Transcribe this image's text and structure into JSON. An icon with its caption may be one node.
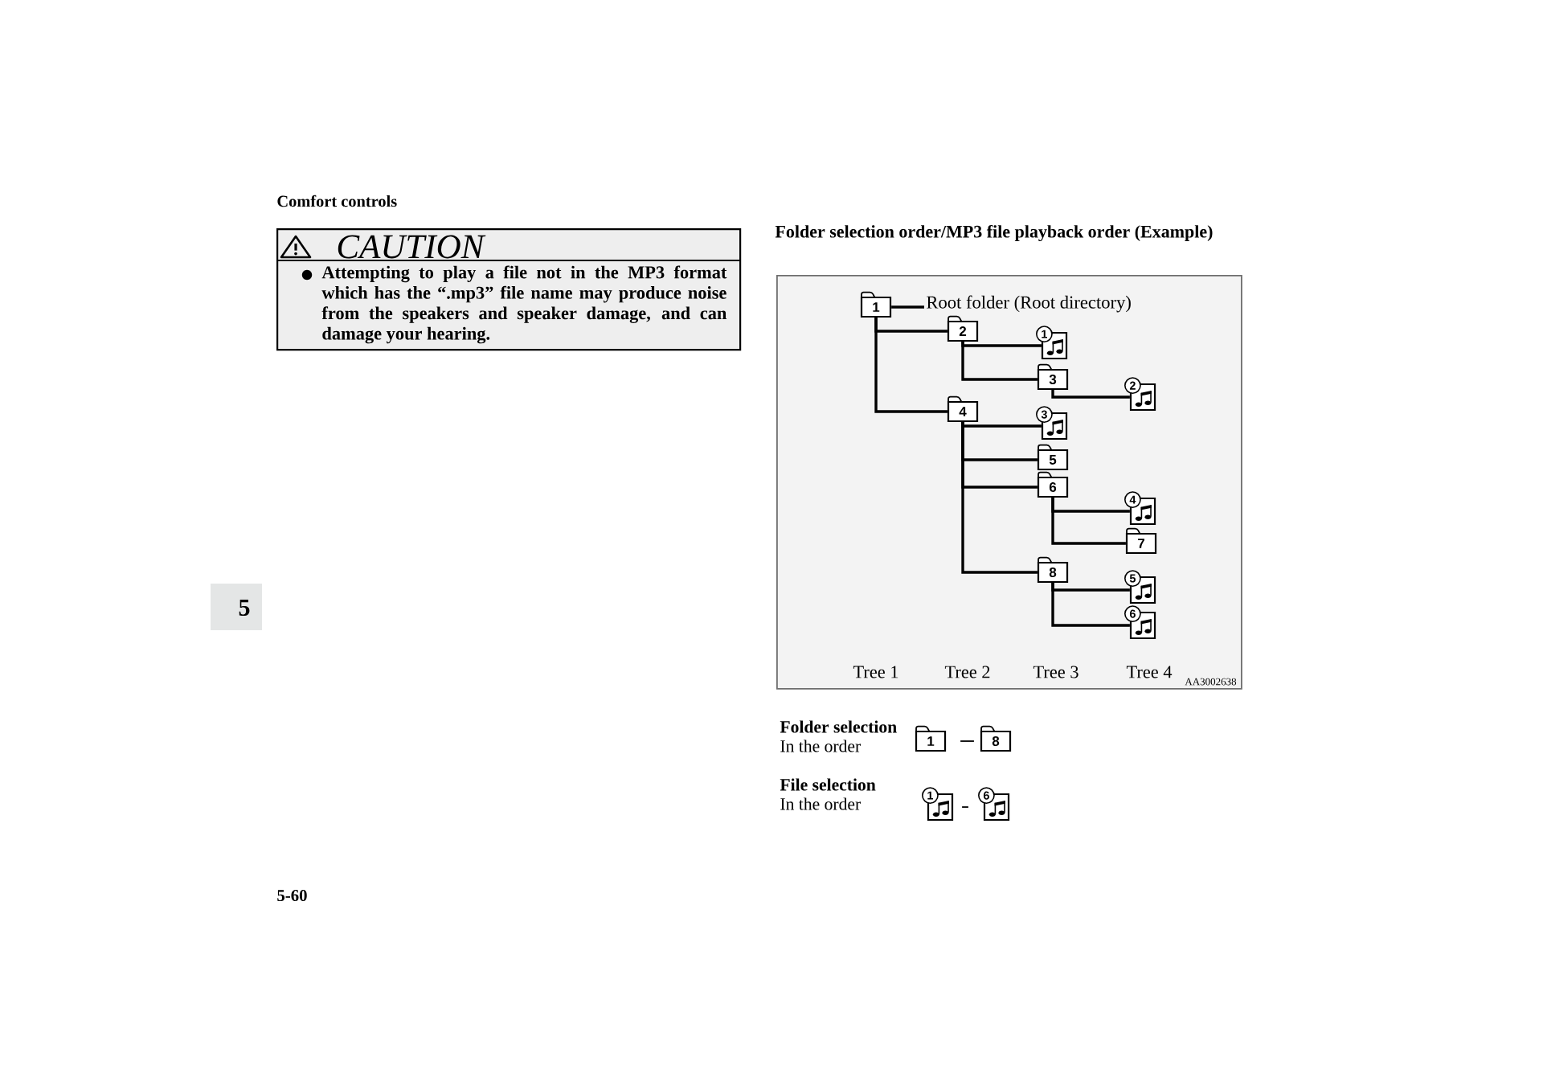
{
  "diagram": {
    "title": "Folder selection order/MP3 file playback order (Example)",
    "nodes": [
      {
        "text": [
          "CAUTION",
          "Attempting to play a file not in the MP3 format which has the “.mp3” file name may produce noise from the speakers and speaker damage, and can damage your hearing."
        ]
      },
      {
        "text": [
          "Tree 1",
          "Tree 2",
          "Tree 3",
          "Tree 4",
          "AA3002638"
        ]
      },
      {
        "text": [
          "1"
        ],
        "in": 1
      },
      {
        "text": [
          "Root folder (Root directory)"
        ],
        "in": 1
      },
      {
        "text": [
          "2"
        ],
        "in": 1
      },
      {
        "text": [
          "1"
        ],
        "in": 1
      },
      {
        "text": [
          "3"
        ],
        "in": 1
      },
      {
        "text": [
          "2"
        ],
        "in": 1
      },
      {
        "text": [
          "4"
        ],
        "in": 1
      },
      {
        "text": [
          "3"
        ],
        "in": 1
      },
      {
        "text": [
          "5"
        ],
        "in": 1
      },
      {
        "text": [
          "6"
        ],
        "in": 1
      },
      {
        "text": [
          "4"
        ],
        "in": 1
      },
      {
        "text": [
          "7"
        ],
        "in": 1
      },
      {
        "text": [
          "8"
        ],
        "in": 1
      },
      {
        "text": [
          "5"
        ],
        "in": 1
      },
      {
        "text": [
          "6"
        ],
        "in": 1
      },
      {
        "text": [
          "1"
        ]
      },
      {
        "text": [
          "8"
        ]
      },
      {
        "text": [
          "1"
        ]
      },
      {
        "text": [
          "6"
        ]
      }
    ],
    "edges": [
      {
        "from": 2,
        "to": 3,
        "arrow": "none"
      },
      {
        "from": 2,
        "to": 4,
        "arrow": "none"
      },
      {
        "from": 2,
        "to": 8,
        "arrow": "none"
      },
      {
        "from": 4,
        "to": 5,
        "arrow": "none"
      },
      {
        "from": 4,
        "to": 6,
        "arrow": "none"
      },
      {
        "from": 6,
        "to": 7,
        "arrow": "none"
      },
      {
        "from": 8,
        "to": 9,
        "arrow": "none"
      },
      {
        "from": 8,
        "to": 10,
        "arrow": "none"
      },
      {
        "from": 8,
        "to": 11,
        "arrow": "none"
      },
      {
        "from": 8,
        "to": 14,
        "arrow": "none"
      },
      {
        "from": 11,
        "to": 12,
        "arrow": "none"
      },
      {
        "from": 11,
        "to": 13,
        "arrow": "none"
      },
      {
        "from": 14,
        "to": 15,
        "arrow": "none"
      },
      {
        "from": 14,
        "to": 16,
        "arrow": "none"
      },
      {
        "from": 17,
        "to": 18,
        "arrow": "none"
      },
      {
        "from": 19,
        "to": 20,
        "arrow": "none"
      }
    ],
    "labels": [
      "Comfort controls",
      "5",
      "Folder selection",
      "In the order",
      "File selection",
      "In the order",
      "5-60"
    ]
  }
}
